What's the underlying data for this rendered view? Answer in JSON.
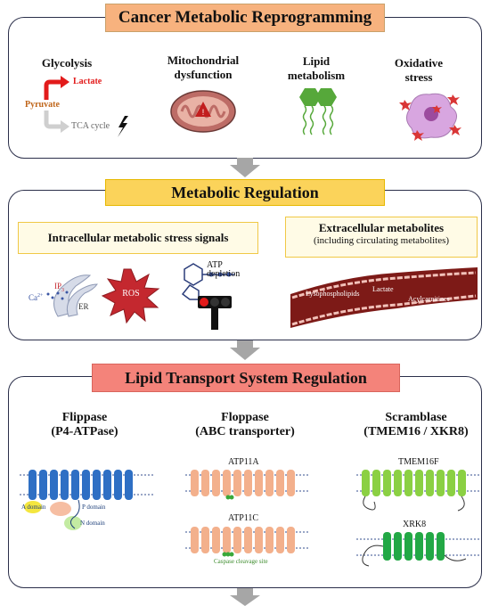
{
  "section1": {
    "title": "Cancer Metabolic Reprogramming",
    "glycolysis": {
      "title": "Glycolysis",
      "lactate": "Lactate",
      "pyruvate": "Pyruvate",
      "tca": "TCA cycle"
    },
    "mito": {
      "title_line1": "Mitochondrial",
      "title_line2": "dysfunction"
    },
    "lipid": {
      "title_line1": "Lipid",
      "title_line2": "metabolism"
    },
    "oxidative": {
      "title_line1": "Oxidative",
      "title_line2": "stress"
    }
  },
  "section2": {
    "title": "Metabolic Regulation",
    "intracellular": {
      "title": "Intracellular metabolic stress signals",
      "ca": "Ca",
      "ca_sup": "2+",
      "ip3": "IP",
      "ip3_sub": "3",
      "er": "ER",
      "ros": "ROS",
      "atp_line1": "ATP",
      "atp_line2": "depletion"
    },
    "extracellular": {
      "title_line1": "Extracellular metabolites",
      "title_line2": "(including circulating metabolites)",
      "lyso": "Lysophospholipids",
      "lactate": "Lactate",
      "acyl": "Acylcarnitines"
    }
  },
  "section3": {
    "title": "Lipid Transport System Regulation",
    "flippase": {
      "title_line1": "Flippase",
      "title_line2": "(P4-ATPase)",
      "a_domain": "A domain",
      "p_domain": "P domain",
      "n_domain": "N domain"
    },
    "floppase": {
      "title_line1": "Floppase",
      "title_line2": "(ABC transporter)",
      "atp11a": "ATP11A",
      "atp11c": "ATP11C",
      "caspase": "Caspase cleavage site"
    },
    "scramblase": {
      "title_line1": "Scramblase",
      "title_line2": "(TMEM16 / XKR8)",
      "tmem16f": "TMEM16F",
      "xrk8": "XRK8"
    }
  },
  "colors": {
    "banner1": "#f7b27e",
    "banner2": "#fbd35a",
    "banner3": "#f4837a",
    "panel_border": "#2b2f4a",
    "arrow": "#a6a6a6",
    "flippase": "#2e6fc4",
    "floppase": "#f3b08c",
    "scramblase_light": "#8bd043",
    "scramblase_dark": "#22a845",
    "lactate_red": "#e21b1b",
    "pyruvate_orange": "#c0661b",
    "lipid_green": "#56a83a",
    "ros_red": "#c4282f",
    "vessel": "#7d1a17"
  }
}
